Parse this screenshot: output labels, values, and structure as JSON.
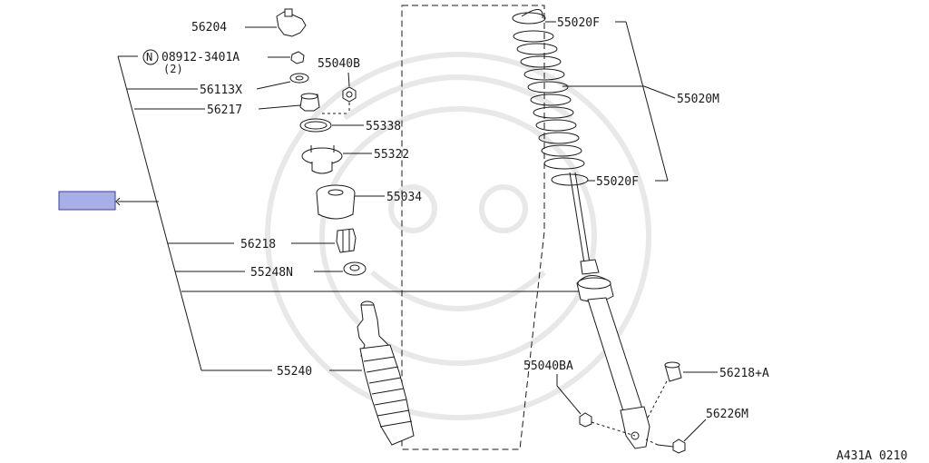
{
  "diagram": {
    "labels": {
      "p56204": "56204",
      "p08912": "08912-3401A",
      "p08912_circle": "N",
      "p08912_qty": "(2)",
      "p56113x": "56113X",
      "p55040b": "55040B",
      "p56217": "56217",
      "p55338": "55338",
      "p55322": "55322",
      "p55034": "55034",
      "p56218": "56218",
      "p55248n": "55248N",
      "p55240": "55240",
      "p55020f_top": "55020F",
      "p55020m": "55020M",
      "p55020f_bottom": "55020F",
      "p55040ba": "55040BA",
      "p56218a": "56218+A",
      "p56226m": "56226M"
    },
    "footer_code": "A431A 0210",
    "colors": {
      "line": "#1a1a1a",
      "highlight_fill": "#a8aee6",
      "highlight_stroke": "#3b3f9a",
      "watermark": "#e8e8e8"
    }
  }
}
